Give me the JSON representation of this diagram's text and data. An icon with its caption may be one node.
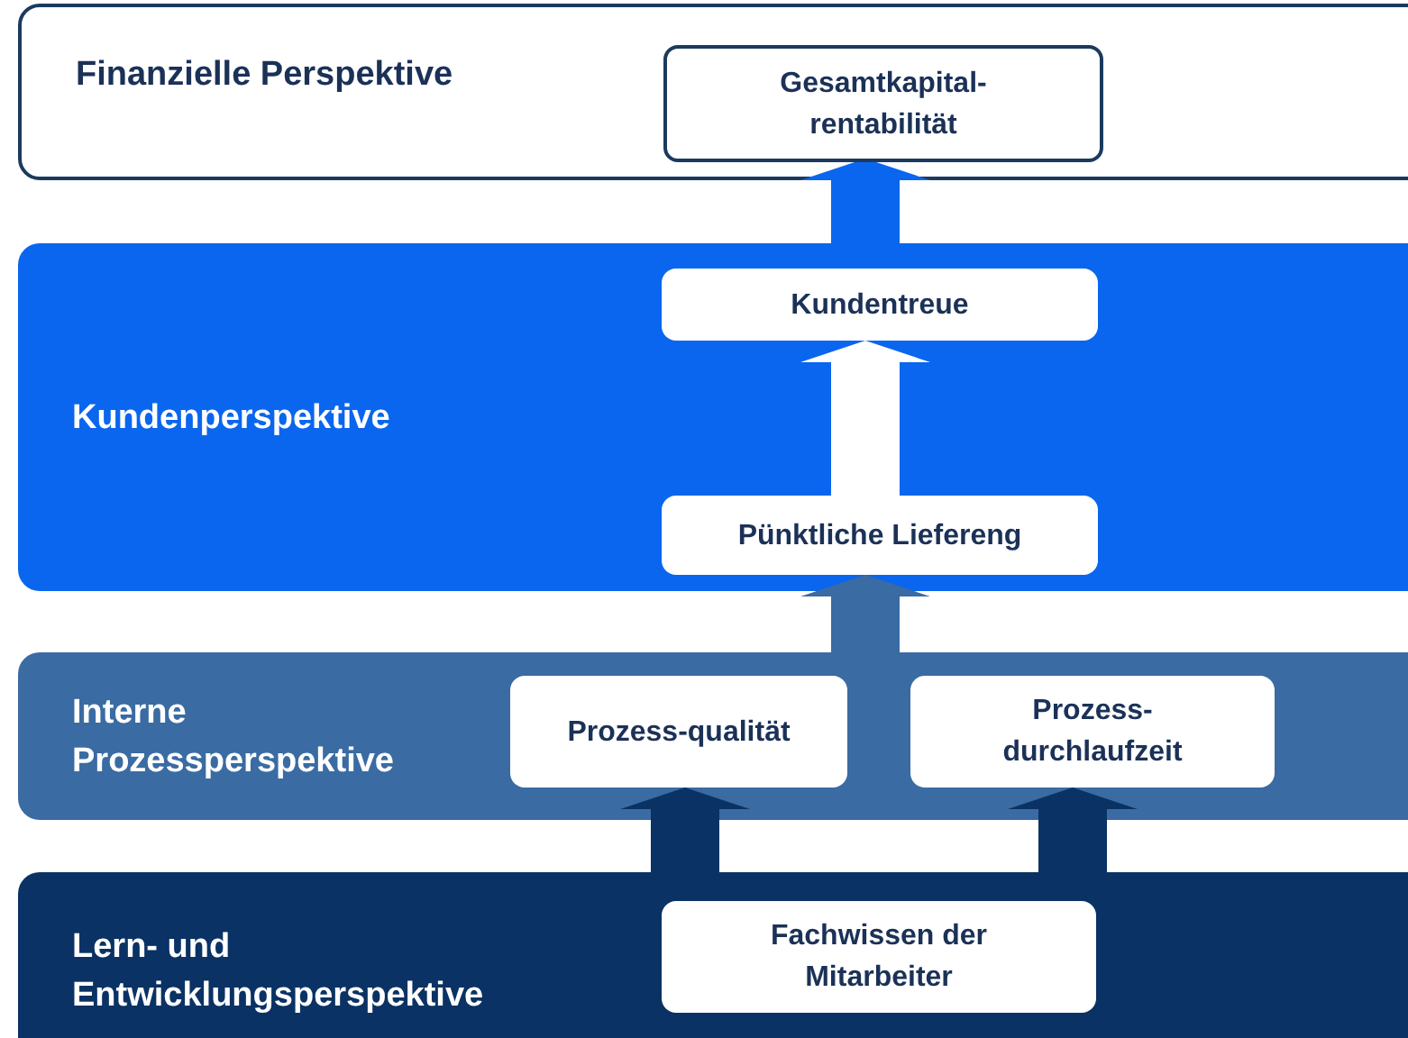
{
  "diagram": {
    "nodes": [
      {
        "text": [
          "Finanzielle Perspektive"
        ]
      },
      {
        "text": [
          "Gesamtkapital-rentabilität"
        ],
        "in": 0
      },
      {
        "text": [
          "Kundenperspektive"
        ]
      },
      {
        "text": [
          "Kundentreue"
        ],
        "in": 2
      },
      {
        "text": [
          "Pünktliche Liefereng"
        ],
        "in": 2
      },
      {
        "text": [
          "Interne Prozessperspektive"
        ]
      },
      {
        "text": [
          "Prozess-qualität"
        ],
        "in": 5
      },
      {
        "text": [
          "Prozess-durchlaufzeit"
        ],
        "in": 5
      },
      {
        "text": [
          "Lern- und Entwicklungsperspektive"
        ]
      },
      {
        "text": [
          "Fachwissen der Mitarbeiter"
        ],
        "in": 8
      }
    ],
    "edges": [
      {
        "from": 3,
        "to": 1,
        "arrow": "to",
        "style": "thick",
        "color": "#0a66ee"
      },
      {
        "from": 4,
        "to": 3,
        "arrow": "to",
        "style": "thick",
        "color": "#ffffff"
      },
      {
        "from": 5,
        "to": 4,
        "arrow": "to",
        "style": "thick",
        "color": "#3a6ba3"
      },
      {
        "from": 9,
        "to": 6,
        "arrow": "to",
        "style": "thick",
        "color": "#0a3264"
      },
      {
        "from": 9,
        "to": 7,
        "arrow": "to",
        "style": "thick",
        "color": "#0a3264"
      }
    ]
  }
}
